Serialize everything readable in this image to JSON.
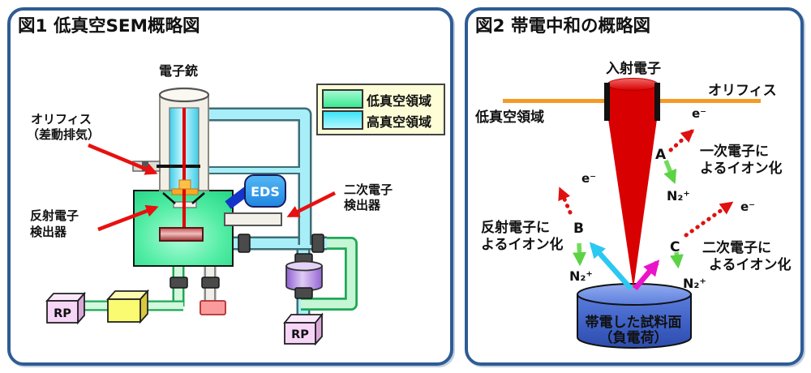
{
  "colors": {
    "panel_border": "#2E5C94",
    "low_vacuum_green": "#3FE89A",
    "high_vacuum_cyan": "#4FE8FA",
    "beam_red": "#D80000",
    "arrow_red": "#E81010",
    "eds_blue": "#2D9AE8",
    "eds_arm_blue": "#1535C8",
    "tmp_purple": "#A678DC",
    "rp_pink": "#F6D5F6",
    "pump_yellow": "#FBFB72",
    "vent_pink": "#FB9C9C",
    "orifice_orange": "#F59A23",
    "sample_blue": "#3C5EC2",
    "bse_arrow_cyan": "#2BC8F2",
    "se_arrow_magenta": "#EA14CA",
    "ion_arrow_green": "#5CD245",
    "legend_bg": "#FDFDD7"
  },
  "fig1": {
    "title": "図1 低真空SEM概略図",
    "electron_gun": "電子銃",
    "orifice_label_1": "オリフィス",
    "orifice_label_2": "（差動排気）",
    "bse_label_1": "反射電子",
    "bse_label_2": "検出器",
    "se_label_1": "二次電子",
    "se_label_2": "検出器",
    "eds": "EDS",
    "rp_left": "RP",
    "rp_right": "RP",
    "legend_low_vacuum": "低真空領域",
    "legend_high_vacuum": "高真空領域"
  },
  "fig2": {
    "title": "図2 帯電中和の概略図",
    "incident_electrons": "入射電子",
    "orifice": "オリフィス",
    "low_vacuum_region": "低真空領域",
    "e_orifice": "e⁻",
    "e_left": "e⁻",
    "e_right": "e⁻",
    "point_a": "A",
    "point_b": "B",
    "point_c": "C",
    "n2_a": "N₂⁺",
    "n2_b": "N₂⁺",
    "n2_c": "N₂⁺",
    "primary_ion_1": "一次電子に",
    "primary_ion_2": "よるイオン化",
    "bse_ion_1": "反射電子に",
    "bse_ion_2": "よるイオン化",
    "se_ion_1": "二次電子に",
    "se_ion_2": "よるイオン化",
    "sample_label_1": "帯電した試料面",
    "sample_label_2": "（負電荷）"
  }
}
